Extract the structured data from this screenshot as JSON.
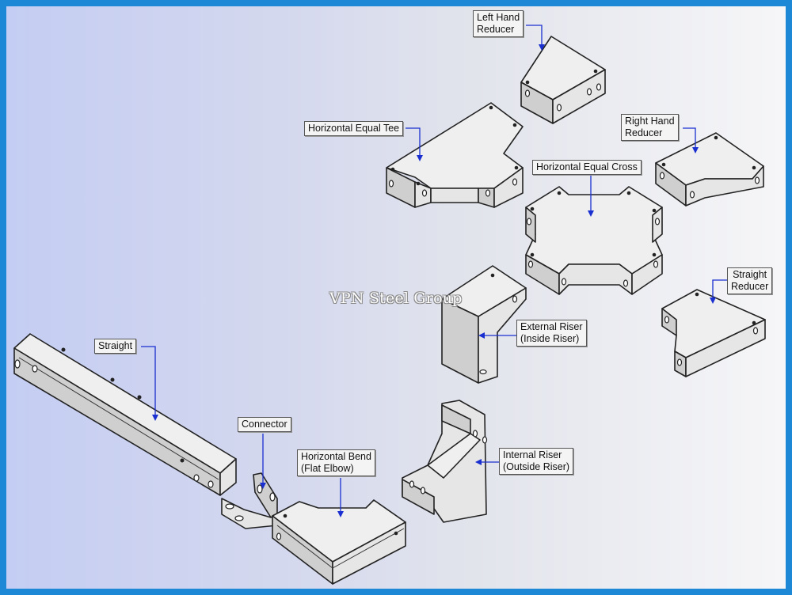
{
  "watermark": "VPN Steel Group",
  "labels": {
    "left_hand_reducer": "Left Hand\nReducer",
    "right_hand_reducer": "Right Hand\nReducer",
    "horizontal_equal_tee": "Horizontal Equal Tee",
    "horizontal_equal_cross": "Horizontal Equal Cross",
    "straight_reducer": "Straight\nReducer",
    "external_riser": "External Riser\n(Inside Riser)",
    "straight": "Straight",
    "connector": "Connector",
    "horizontal_bend": "Horizontal Bend\n(Flat Elbow)",
    "internal_riser": "Internal Riser\n(Outside Riser)"
  },
  "colors": {
    "frame": "#1c88d6",
    "leader": "#1a2fd0",
    "panel_left": "#c4cdf3",
    "panel_right": "#f6f6f8"
  }
}
